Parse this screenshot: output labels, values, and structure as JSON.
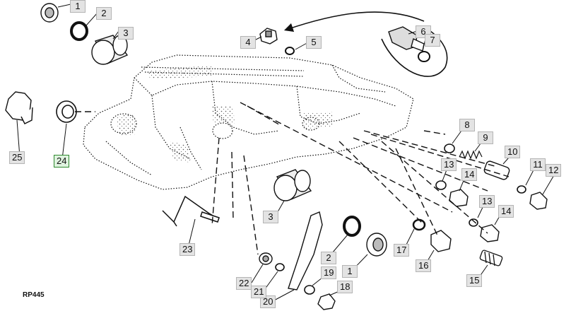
{
  "figure_code": "RP445",
  "highlight_color": "#2f8a2f",
  "callouts": {
    "c1a": "1",
    "c2a": "2",
    "c3a": "3",
    "c4": "4",
    "c5": "5",
    "c6": "6",
    "c7": "7",
    "c8": "8",
    "c9": "9",
    "c10": "10",
    "c11": "11",
    "c12": "12",
    "c13a": "13",
    "c13b": "13",
    "c14a": "14",
    "c14b": "14",
    "c15": "15",
    "c16": "16",
    "c17": "17",
    "c18": "18",
    "c19": "19",
    "c20": "20",
    "c21": "21",
    "c22": "22",
    "c23": "23",
    "c24": "24",
    "c25": "25",
    "c3b": "3",
    "c2b": "2",
    "c1b": "1"
  }
}
